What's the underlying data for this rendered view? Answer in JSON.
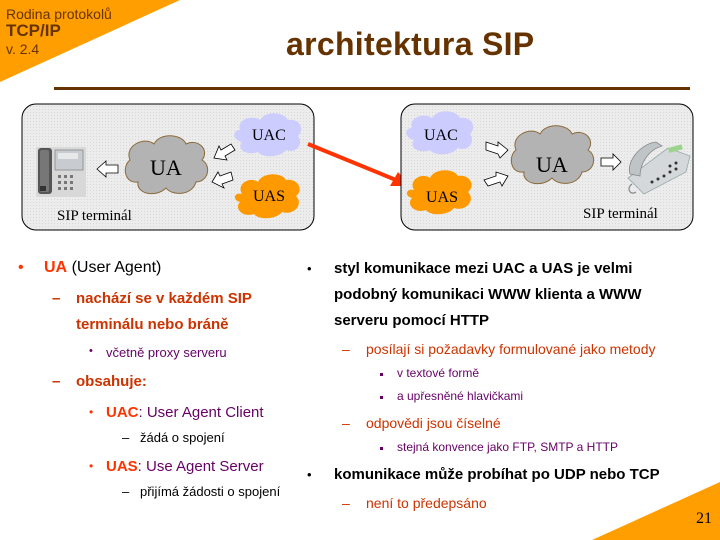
{
  "header": {
    "family": "Rodina protokolů",
    "protocol": "TCP/IP",
    "version": "v. 2.4"
  },
  "title": "architektura SIP",
  "diagram": {
    "left_terminal": {
      "label": "SIP terminál",
      "ua": "UA",
      "uac": "UAC",
      "uas": "UAS"
    },
    "right_terminal": {
      "label": "SIP terminál",
      "ua": "UA",
      "uac": "UAC",
      "uas": "UAS"
    },
    "colors": {
      "terminal_bg": "#ececec",
      "ua_cloud": "#b3b3b3",
      "uac_cloud": "#ccccff",
      "uas_cloud": "#ff9900",
      "arrow": "#ff3300"
    }
  },
  "left_column": {
    "ua_term": "UA",
    "ua_desc": "(User Agent)",
    "sub1_line1": "nachází se v každém SIP",
    "sub1_line2": "terminálu nebo bráně",
    "sub1_detail": "včetně proxy serveru",
    "sub2": "obsahuje:",
    "uac_term": "UAC",
    "uac_desc": ": User Agent Client",
    "uac_detail": "žádá o spojení",
    "uas_term": "UAS",
    "uas_desc": ": Use Agent Server",
    "uas_detail": "přijímá žádosti o spojení"
  },
  "right_column": {
    "p1_line1": "styl komunikace mezi UAC a UAS je velmi",
    "p1_line2": "podobný komunikaci WWW klienta a WWW",
    "p1_line3": "serveru pomocí HTTP",
    "p1_sub1": "posílají si požadavky formulované jako metody",
    "p1_sub1_a": "v textové formě",
    "p1_sub1_b": "a upřesněné hlavičkami",
    "p1_sub2": "odpovědi jsou číselné",
    "p1_sub2_a": "stejná konvence jako FTP, SMTP a HTTP",
    "p2": "komunikace může probíhat po UDP nebo TCP",
    "p2_sub": "není to předepsáno"
  },
  "page_number": "21",
  "colors": {
    "accent_orange": "#ff9e00",
    "title_brown": "#663300",
    "highlight_red": "#ff3300",
    "sub_red": "#cc3300",
    "detail_purple": "#660066"
  }
}
